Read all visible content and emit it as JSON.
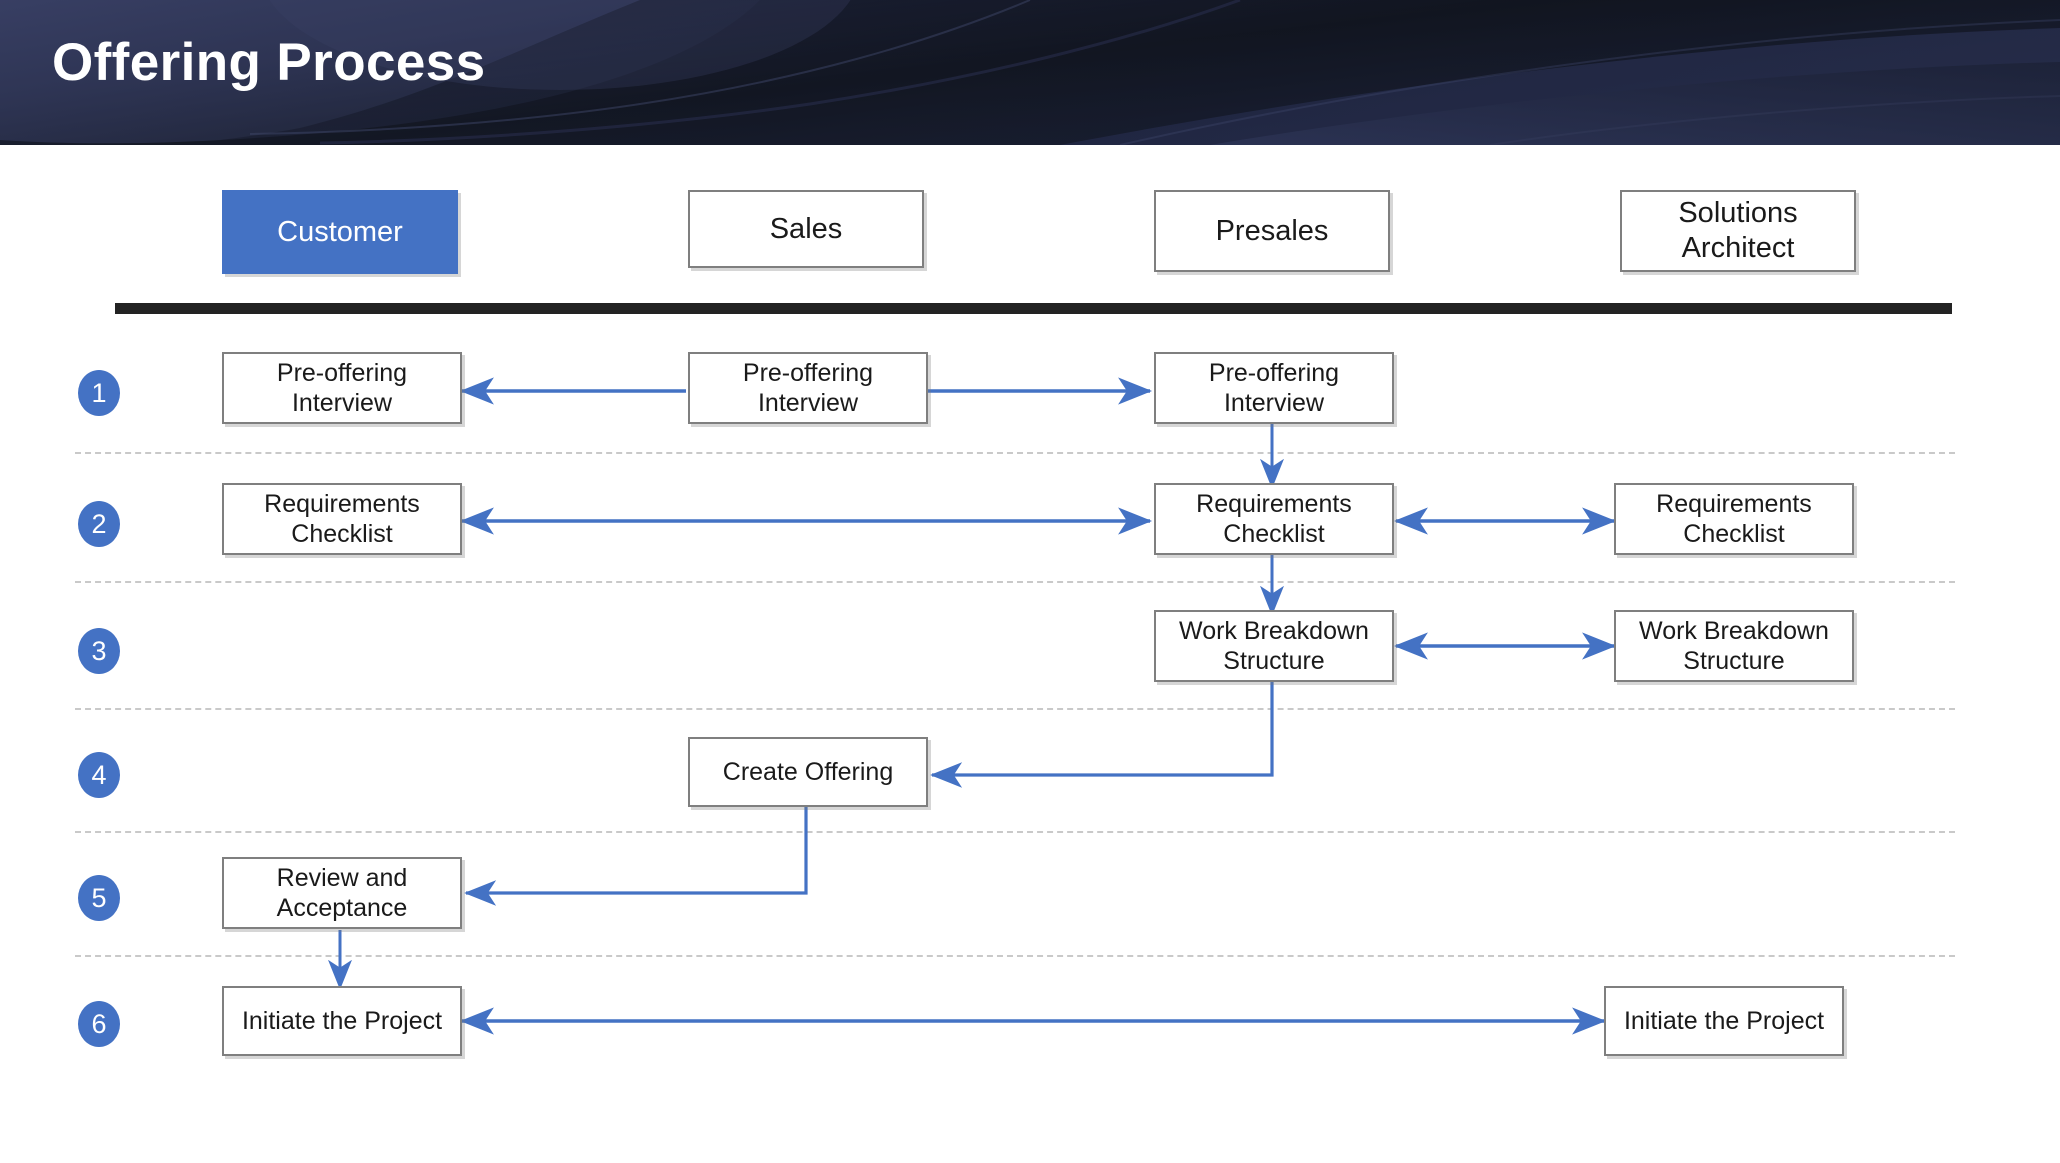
{
  "banner": {
    "title": "Offering Process",
    "bg_color": "#151A2E"
  },
  "theme": {
    "accent_blue": "#4472C4",
    "box_border": "#7F7F7F",
    "lane_bar": "#232323",
    "separator": "#c9c9c9",
    "arrow_color": "#4472C4"
  },
  "lanes": [
    {
      "label": "Customer",
      "filled": true
    },
    {
      "label": "Sales",
      "filled": false
    },
    {
      "label": "Presales",
      "filled": false
    },
    {
      "label": "Solutions Architect",
      "filled": false
    }
  ],
  "steps": [
    {
      "number": "1"
    },
    {
      "number": "2"
    },
    {
      "number": "3"
    },
    {
      "number": "4"
    },
    {
      "number": "5"
    },
    {
      "number": "6"
    }
  ],
  "boxes": [
    {
      "id": "r1-customer",
      "row": 1,
      "lane": "Customer",
      "label": "Pre-offering Interview"
    },
    {
      "id": "r1-sales",
      "row": 1,
      "lane": "Sales",
      "label": "Pre-offering Interview"
    },
    {
      "id": "r1-presales",
      "row": 1,
      "lane": "Presales",
      "label": "Pre-offering Interview"
    },
    {
      "id": "r2-customer",
      "row": 2,
      "lane": "Customer",
      "label": "Requirements Checklist"
    },
    {
      "id": "r2-presales",
      "row": 2,
      "lane": "Presales",
      "label": "Requirements Checklist"
    },
    {
      "id": "r2-architect",
      "row": 2,
      "lane": "Solutions Architect",
      "label": "Requirements Checklist"
    },
    {
      "id": "r3-presales",
      "row": 3,
      "lane": "Presales",
      "label": "Work Breakdown Structure"
    },
    {
      "id": "r3-architect",
      "row": 3,
      "lane": "Solutions Architect",
      "label": "Work Breakdown Structure"
    },
    {
      "id": "r4-sales",
      "row": 4,
      "lane": "Sales",
      "label": "Create Offering"
    },
    {
      "id": "r5-customer",
      "row": 5,
      "lane": "Customer",
      "label": "Review and Acceptance"
    },
    {
      "id": "r6-customer",
      "row": 6,
      "lane": "Customer",
      "label": "Initiate the Project"
    },
    {
      "id": "r6-architect",
      "row": 6,
      "lane": "Solutions Architect",
      "label": "Initiate the Project"
    }
  ],
  "connectors": [
    {
      "from": "r1-sales",
      "to": "r1-customer",
      "type": "horizontal",
      "direction": "single"
    },
    {
      "from": "r1-sales",
      "to": "r1-presales",
      "type": "horizontal",
      "direction": "single"
    },
    {
      "from": "r1-presales",
      "to": "r2-presales",
      "type": "vertical",
      "direction": "single"
    },
    {
      "from": "r2-customer",
      "to": "r2-presales",
      "type": "horizontal",
      "direction": "double"
    },
    {
      "from": "r2-presales",
      "to": "r2-architect",
      "type": "horizontal",
      "direction": "double"
    },
    {
      "from": "r2-presales",
      "to": "r3-presales",
      "type": "vertical",
      "direction": "single"
    },
    {
      "from": "r3-presales",
      "to": "r3-architect",
      "type": "horizontal",
      "direction": "double"
    },
    {
      "from": "r3-presales",
      "to": "r4-sales",
      "type": "elbow",
      "direction": "single"
    },
    {
      "from": "r4-sales",
      "to": "r5-customer",
      "type": "elbow",
      "direction": "single"
    },
    {
      "from": "r5-customer",
      "to": "r6-customer",
      "type": "vertical",
      "direction": "single"
    },
    {
      "from": "r6-customer",
      "to": "r6-architect",
      "type": "horizontal",
      "direction": "double"
    }
  ]
}
